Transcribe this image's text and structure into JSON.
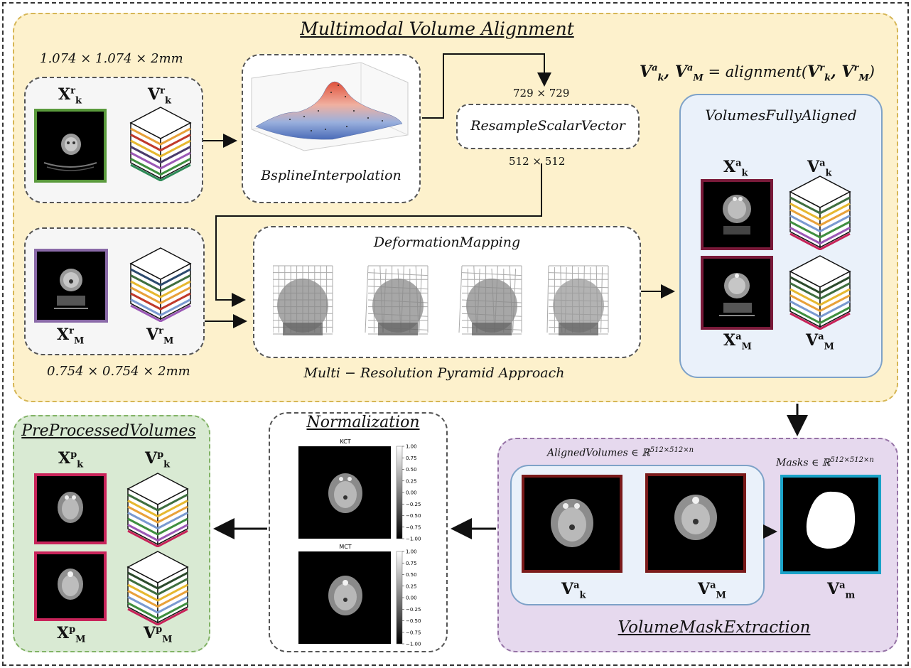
{
  "outer_frame": {},
  "alignment": {
    "title": "Multimodal Volume Alignment",
    "equation": "V^a_k, V^a_M = alignment(V^r_k, V^r_M)",
    "res_top": "1.074 × 1.074 × 2mm",
    "res_bottom": "0.754 × 0.754 × 2mm",
    "kct_image_label": "X",
    "kct_image_sub": "k",
    "kct_image_sup": "r",
    "kct_volume_label": "V",
    "kct_volume_sub": "k",
    "kct_volume_sup": "r",
    "mct_image_label": "X",
    "mct_image_sub": "M",
    "mct_image_sup": "r",
    "mct_volume_label": "V",
    "mct_volume_sub": "M",
    "mct_volume_sup": "r",
    "bspline_label": "BsplineInterpolation",
    "resample_label": "ResampleScalarVector",
    "size_in": "729 × 729",
    "size_out": "512 × 512",
    "deformation_label": "DeformationMapping",
    "pyramid_label": "Multi − Resolution Pyramid Approach"
  },
  "aligned": {
    "title": "VolumesFullyAligned",
    "xk_label": "X",
    "xk_sub": "k",
    "xk_sup": "a",
    "vk_label": "V",
    "vk_sub": "k",
    "vk_sup": "a",
    "xm_label": "X",
    "xm_sub": "M",
    "xm_sup": "a",
    "vm_label": "V",
    "vm_sub": "M",
    "vm_sup": "a"
  },
  "mask_extraction": {
    "title": "VolumeMaskExtraction",
    "aligned_label": "AlignedVolumes ∈ ℝ",
    "aligned_dims": "512×512×n",
    "masks_label": "Masks ∈ ℝ",
    "masks_dims": "512×512×n",
    "vk_label": "V",
    "vk_sub": "k",
    "vk_sup": "a",
    "vm_label": "V",
    "vm_sub": "M",
    "vm_sup": "a",
    "mask_label": "V",
    "mask_sub": "m",
    "mask_sup": "a"
  },
  "normalization": {
    "title": "Normalization",
    "top_plot_title": "KCT",
    "bottom_plot_title": "MCT",
    "colorbar_ticks": [
      "1.00",
      "0.75",
      "0.50",
      "0.25",
      "0.00",
      "−0.25",
      "−0.50",
      "−0.75",
      "−1.00"
    ]
  },
  "preprocessed": {
    "title": "PreProcessedVolumes",
    "xk_label": "X",
    "xk_sub": "k",
    "xk_sup": "p",
    "vk_label": "V",
    "vk_sub": "k",
    "vk_sup": "p",
    "xm_label": "X",
    "xm_sub": "M",
    "xm_sup": "p",
    "vm_label": "V",
    "vm_sub": "M",
    "vm_sup": "p"
  },
  "colors": {
    "alignment_bg": "#fdf1cc",
    "alignment_border": "#d6b656",
    "aligned_bg": "#eaf1fa",
    "aligned_border": "#7ea2c8",
    "mask_bg": "#e6d9ee",
    "mask_border": "#9673a6",
    "preproc_bg": "#d9ead3",
    "preproc_border": "#82b366",
    "kct_frame": "#5a9a3c",
    "mct_frame": "#8a6aa8",
    "aligned_frame": "#7a1a3a",
    "preproc_frame": "#c8245a",
    "mask_frame": "#1aa3c8"
  },
  "icons": [
    "bspline-surface-icon",
    "deformation-mesh-icon",
    "ct-slice-icon",
    "volume-cube-icon",
    "arrow-icon"
  ]
}
